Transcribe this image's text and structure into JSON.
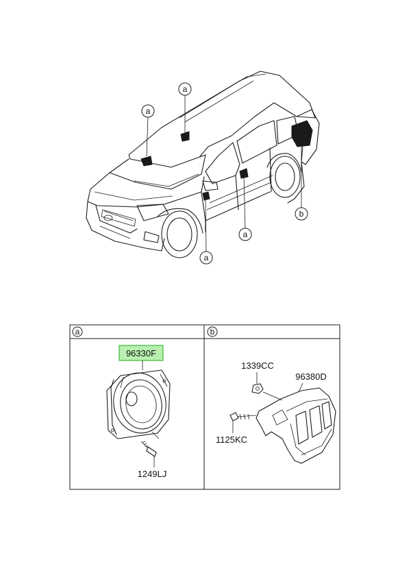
{
  "callouts": {
    "a": "a",
    "b": "b"
  },
  "parts": {
    "speaker": "96330F",
    "speaker_screw": "1249LJ",
    "nut": "1339CC",
    "bracket": "96380D",
    "bolt": "1125KC"
  },
  "colors": {
    "line": "#1a1a1a",
    "highlight_fill": "#b9f0b0",
    "highlight_stroke": "#3cb83c"
  }
}
